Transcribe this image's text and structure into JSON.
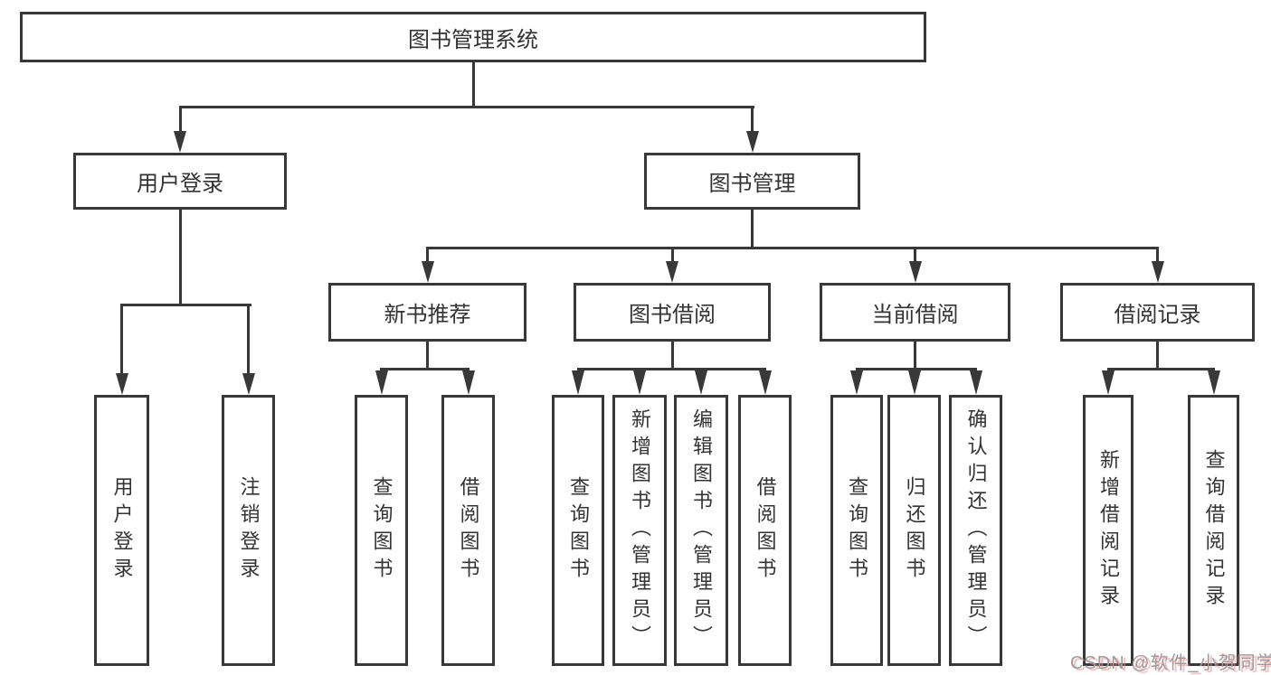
{
  "diagram": {
    "root_label": "图书管理系统",
    "level2": [
      {
        "label": "用户登录",
        "children": [
          "用户登录",
          "注销登录"
        ]
      },
      {
        "label": "图书管理"
      }
    ],
    "level3": [
      {
        "label": "新书推荐",
        "children": [
          "查询图书",
          "借阅图书"
        ]
      },
      {
        "label": "图书借阅",
        "children": [
          "查询图书",
          "新增图书（管理员）",
          "编辑图书（管理员）",
          "借阅图书"
        ]
      },
      {
        "label": "当前借阅",
        "children": [
          "查询图书",
          "归还图书",
          "确认归还（管理员）"
        ]
      },
      {
        "label": "借阅记录",
        "children": [
          "新增借阅记录",
          "查询借阅记录"
        ]
      }
    ]
  },
  "watermark": {
    "text": "CSDN @软件_小贺同学"
  },
  "colors": {
    "line": "#383838",
    "text": "#333333",
    "background": "#ffffff",
    "watermark_text": "#9c9c9c",
    "watermark_shadow": "#f08787"
  }
}
